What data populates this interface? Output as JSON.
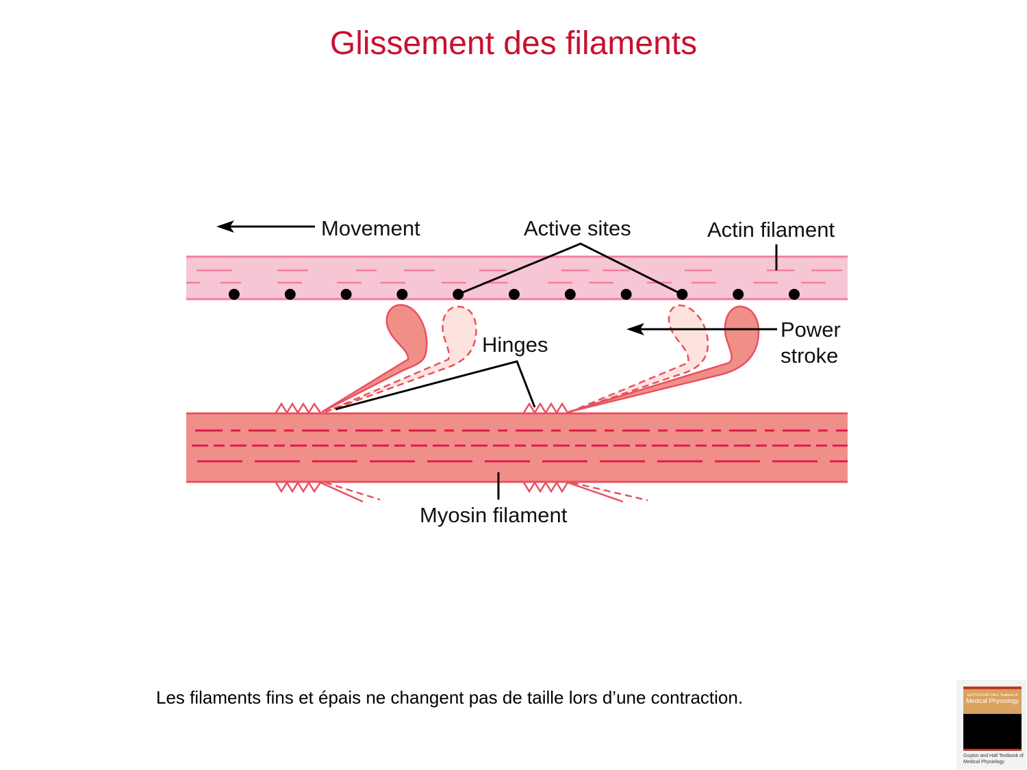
{
  "slide": {
    "title": "Glissement des filaments",
    "caption": "Les filaments fins et épais ne changent pas de taille lors d’une contraction."
  },
  "diagram": {
    "labels": {
      "movement": "Movement",
      "active_sites": "Active sites",
      "actin_filament": "Actin filament",
      "power": "Power",
      "stroke": "stroke",
      "hinges": "Hinges",
      "myosin_filament": "Myosin filament"
    },
    "colors": {
      "actin_fill": "#f7c6d4",
      "actin_line": "#ef7fa0",
      "myosin_fill": "#f08f88",
      "myosin_line": "#e8505f",
      "myosin_dash": "#e0194f",
      "head_solid": "#f08f88",
      "head_ghost": "#fde3dd"
    }
  },
  "book": {
    "cover_title": "Medical Physiology",
    "cover_subtitle": "GUYTON AND HALL Textbook of",
    "caption": "Guyton and Hall Textbook of Medical Physiology"
  }
}
